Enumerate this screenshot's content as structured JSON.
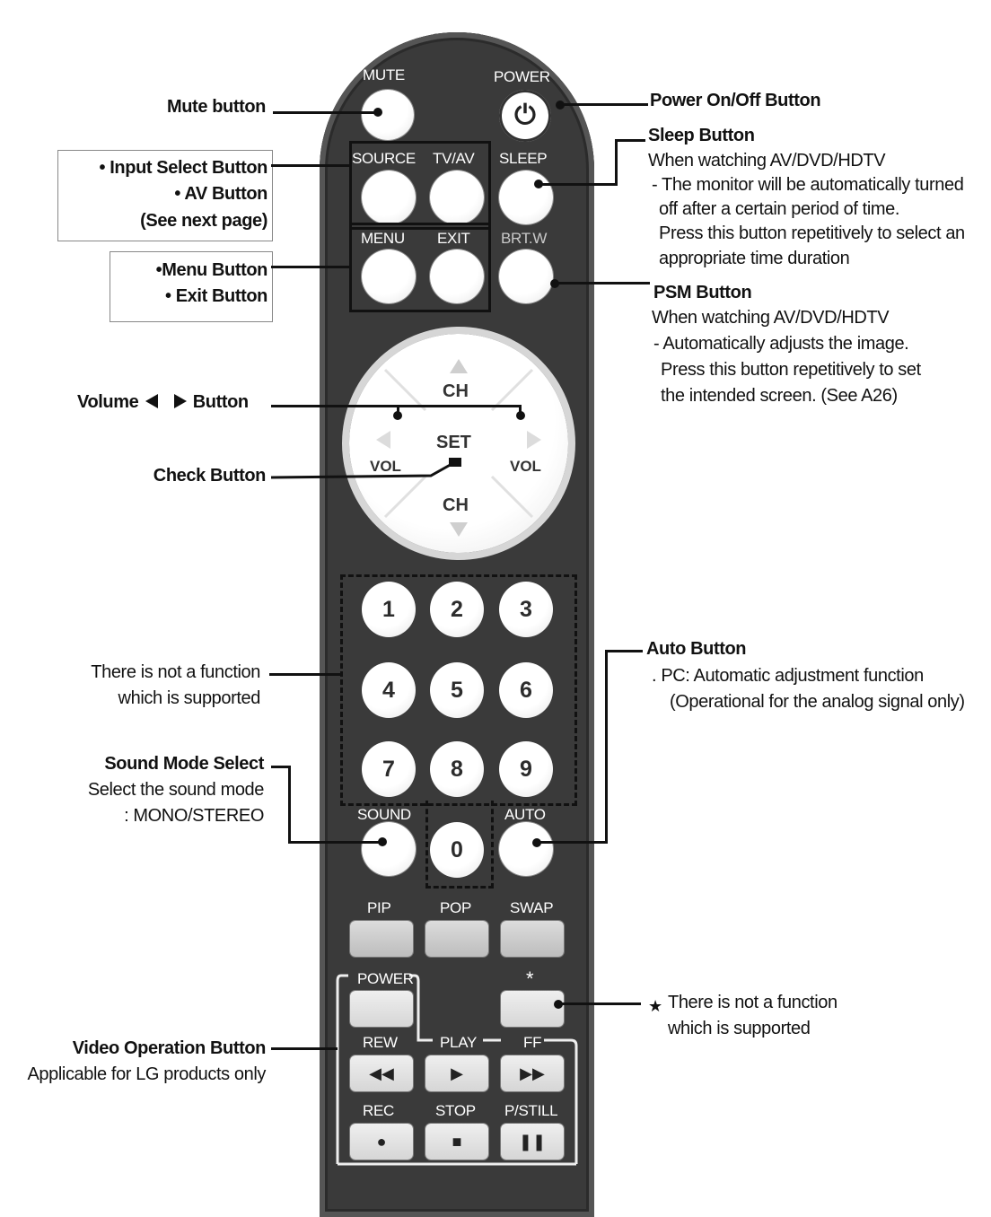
{
  "remote": {
    "top": {
      "mute": "MUTE",
      "power": "POWER"
    },
    "row2": {
      "source": "SOURCE",
      "tvav": "TV/AV",
      "sleep": "SLEEP"
    },
    "row3": {
      "menu": "MENU",
      "exit": "EXIT",
      "brtw": "BRT.W"
    },
    "wheel": {
      "ch_up": "CH",
      "set": "SET",
      "vol_left": "VOL",
      "vol_right": "VOL",
      "ch_down": "CH"
    },
    "numbers": [
      "1",
      "2",
      "3",
      "4",
      "5",
      "6",
      "7",
      "8",
      "9",
      "0"
    ],
    "bottom_round": {
      "sound": "SOUND",
      "auto": "AUTO"
    },
    "pip_row": {
      "pip": "PIP",
      "pop": "POP",
      "swap": "SWAP"
    },
    "video": {
      "power": "POWER",
      "star": "*",
      "rew": "REW",
      "play": "PLAY",
      "ff": "FF",
      "rec": "REC",
      "stop": "STOP",
      "pstill": "P/STILL"
    },
    "glyphs": {
      "power": "⏻",
      "rew": "◀◀",
      "play": "▶",
      "ff": "▶▶",
      "rec": "●",
      "stop": "■",
      "pause": "❚❚"
    }
  },
  "annotations": {
    "mute": "Mute button",
    "input_select": "• Input Select Button",
    "av_button": "• AV Button",
    "see_next": "(See next page)",
    "menu_button": "•Menu Button",
    "exit_button": "• Exit Button",
    "volume_pre": "Volume",
    "volume_post": "Button",
    "check": "Check Button",
    "no_function_left_1": "There is not a function",
    "no_function_left_2": "which is supported",
    "sound_mode_title": "Sound Mode Select",
    "sound_mode_1": "Select the sound mode",
    "sound_mode_2": ": MONO/STEREO",
    "video_op_title": "Video Operation Button",
    "video_op_sub": "Applicable for LG products only",
    "power_onoff": "Power On/Off Button",
    "sleep_title": "Sleep Button",
    "sleep_1": "When watching AV/DVD/HDTV",
    "sleep_2": "- The monitor will be automatically turned",
    "sleep_3": "off after a certain period of time.",
    "sleep_4": "Press this button repetitively to select an",
    "sleep_5": "appropriate time duration",
    "psm_title": "PSM Button",
    "psm_1": "When watching AV/DVD/HDTV",
    "psm_2": "- Automatically adjusts the image.",
    "psm_3": "Press this button repetitively to set",
    "psm_4": "the intended screen. (See A26)",
    "auto_title": "Auto Button",
    "auto_1": ". PC: Automatic adjustment function",
    "auto_2": "(Operational for the analog signal only)",
    "star_note_mark": "★",
    "star_note_1": "There is not a function",
    "star_note_2": "which is supported"
  }
}
